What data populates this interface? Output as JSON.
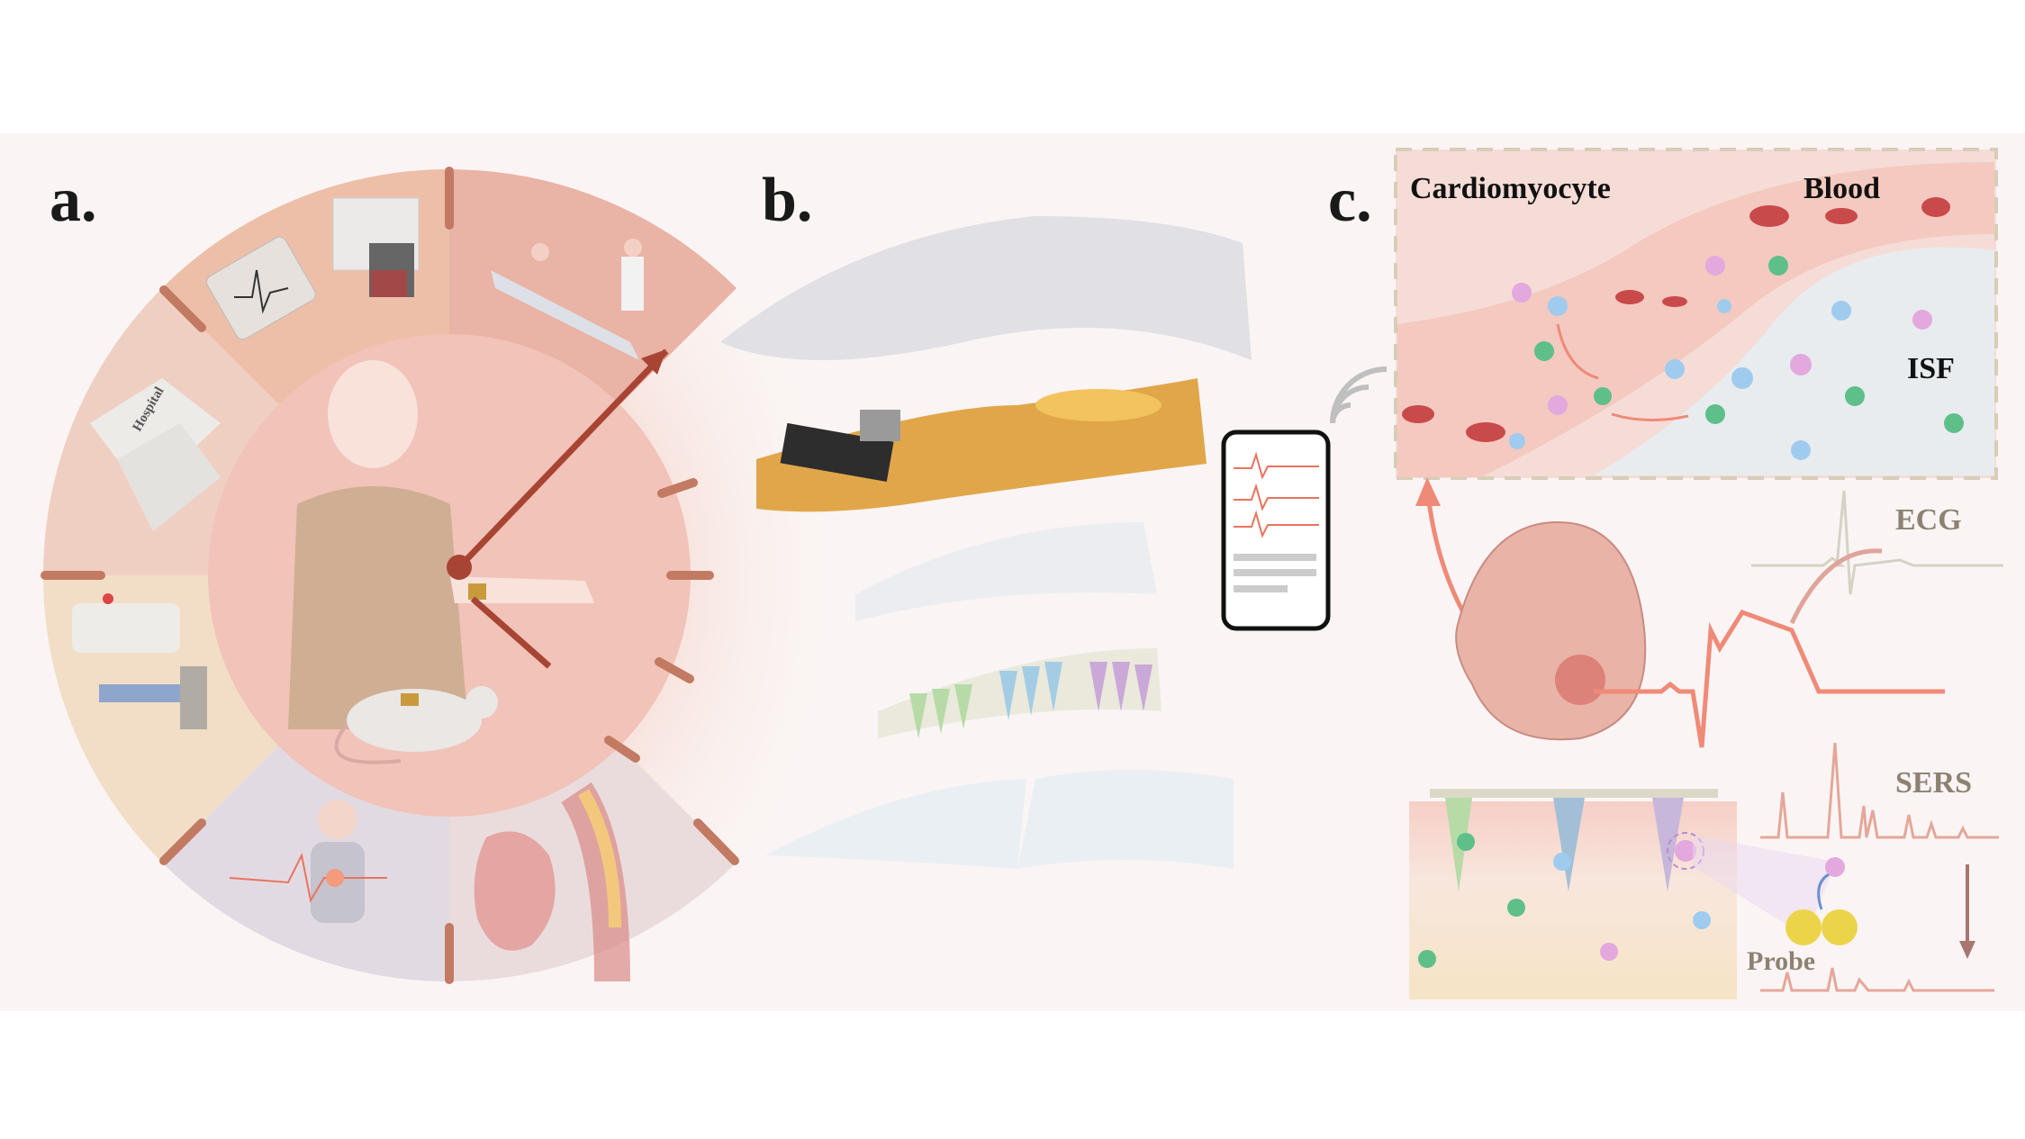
{
  "panels": {
    "a": {
      "label": "a.",
      "building_sign": "Hospital"
    },
    "b": {
      "label": "b."
    },
    "c": {
      "label": "c.",
      "cardiomyocyte": "Cardiomyocyte",
      "blood": "Blood",
      "isf": "ISF",
      "ecg": "ECG",
      "sers": "SERS",
      "probe": "Probe"
    }
  },
  "colors": {
    "background": "#faf5f4",
    "clock_hand": "#a84434",
    "tick": "#c27a63",
    "ecg_line": "#f08a78",
    "sers_line": "#e5a69a",
    "label_gray": "#8d8272"
  }
}
